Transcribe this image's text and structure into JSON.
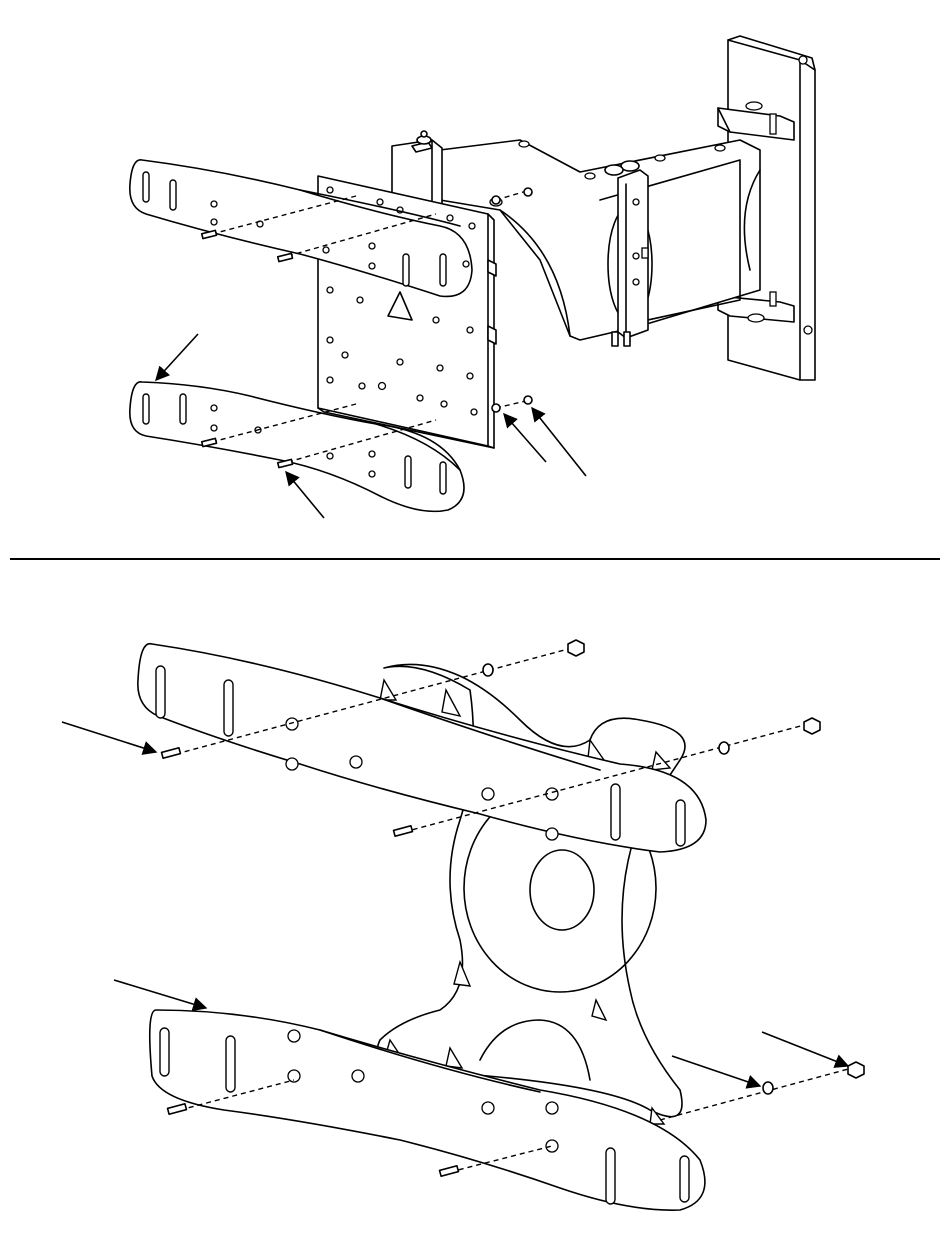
{
  "diagram": {
    "panels": [
      {
        "id": "top",
        "description_name": "assembled-mount"
      },
      {
        "id": "bottom",
        "description_name": "exploded-adapter-plate"
      }
    ],
    "colors": {
      "line": "#000000",
      "background": "#ffffff"
    }
  }
}
